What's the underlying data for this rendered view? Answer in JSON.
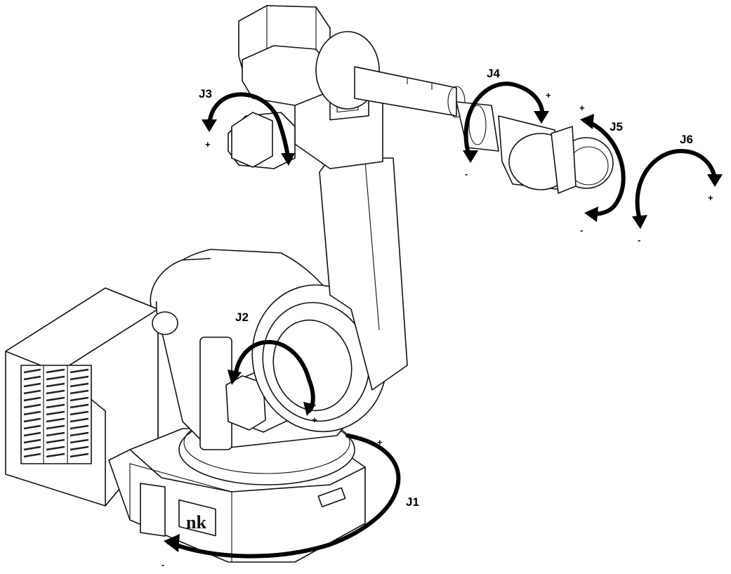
{
  "diagram": {
    "joints": [
      {
        "id": "J1",
        "label": "J1",
        "plus": "+",
        "minus": "-"
      },
      {
        "id": "J2",
        "label": "J2",
        "plus": "+"
      },
      {
        "id": "J3",
        "label": "J3",
        "plus": "+"
      },
      {
        "id": "J4",
        "label": "J4",
        "plus": "+",
        "minus": "-"
      },
      {
        "id": "J5",
        "label": "J5",
        "plus": "+",
        "minus": "-"
      },
      {
        "id": "J6",
        "label": "J6",
        "plus": "+",
        "minus": "-"
      }
    ],
    "base_logo": "nk"
  }
}
